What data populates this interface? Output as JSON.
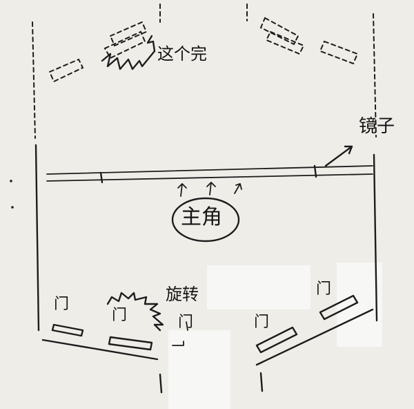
{
  "labels": {
    "hero": "主角",
    "mirror": "镜子",
    "top_shape": "这个完",
    "swirl_label": "旋转",
    "doors": [
      "门",
      "门",
      "门",
      "门",
      "门"
    ]
  },
  "colors": {
    "ink": "#1c1c1c",
    "paper": "#eeede8",
    "patch": "#f7f7f5"
  }
}
